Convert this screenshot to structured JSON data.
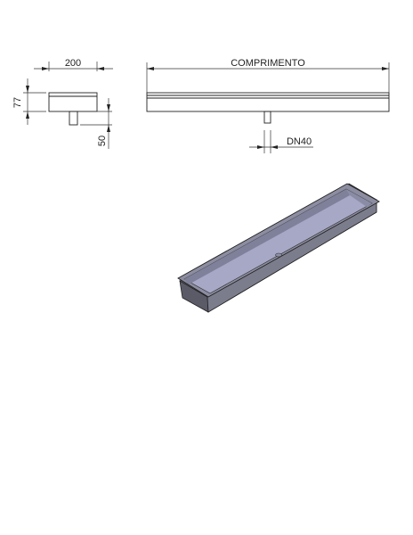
{
  "side_view": {
    "width_label": "200",
    "height_label": "77",
    "outlet_label": "50"
  },
  "front_view": {
    "length_label": "COMPRIMENTO",
    "outlet_label": "DN40"
  },
  "colors": {
    "line": "#222222",
    "tray_outer": "#6e6e7c",
    "tray_inner": "#a7a8c6",
    "tray_rim": "#8c8da0"
  }
}
